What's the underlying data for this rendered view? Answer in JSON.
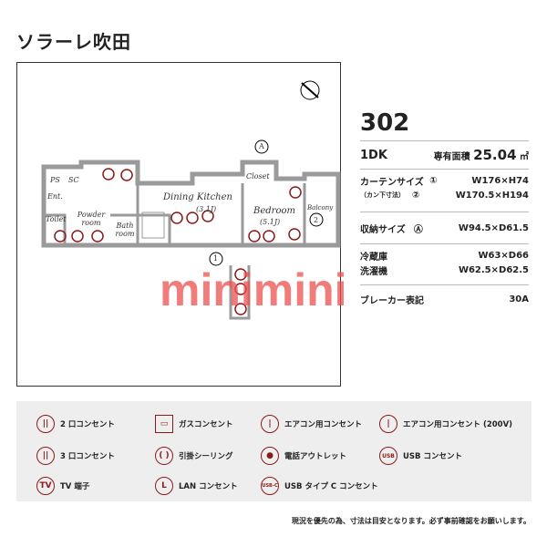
{
  "building": "ソラーレ吹田",
  "plan": {
    "rooms": {
      "ps": "PS",
      "sc": "SC",
      "ent": "Ent.",
      "toilet": "Toilet",
      "powder": "Powder room",
      "bath": "Bath room",
      "dk": "Dining Kitchen",
      "dk_size": "(3.1J)",
      "closet": "Closet",
      "bedroom": "Bedroom",
      "bedroom_size": "(5.1J)",
      "balcony": "Balcony"
    },
    "markers": {
      "a": "A",
      "one": "1",
      "two": "2"
    },
    "watermark": "minimini"
  },
  "info": {
    "room_no": "302",
    "type": "1DK",
    "area_label": "専有面積",
    "area": "25.04",
    "area_unit": "㎡",
    "curtain_label": "カーテンサイズ",
    "curtain_sub": "（カン下寸法）",
    "curtain": [
      {
        "mark": "①",
        "size": "W176×H74"
      },
      {
        "mark": "②",
        "size": "W170.5×H194"
      }
    ],
    "storage_label": "収納サイズ",
    "storage_mark": "Ⓐ",
    "storage": "W94.5×D61.5",
    "fridge_label": "冷蔵庫",
    "fridge": "W63×D66",
    "washer_label": "洗濯機",
    "washer": "W62.5×D62.5",
    "breaker_label": "ブレーカー表記",
    "breaker": "30A"
  },
  "legend": [
    {
      "icon": "||",
      "sup": "2",
      "label": "2 口コンセント"
    },
    {
      "icon": "▭",
      "label": "ガスコンセント"
    },
    {
      "icon": "|",
      "sup": "AC",
      "label": "エアコン用コンセント"
    },
    {
      "icon": "|",
      "sup": "AC",
      "sub": "200V",
      "label": "エアコン用コンセント (200V)"
    },
    {
      "icon": "||",
      "sup": "3",
      "label": "3 口コンセント"
    },
    {
      "icon": "( )",
      "label": "引掛シーリング"
    },
    {
      "icon": "●",
      "label": "電話アウトレット"
    },
    {
      "icon": "USB",
      "label": "USB コンセント"
    },
    {
      "icon": "TV",
      "label": "TV 端子"
    },
    {
      "icon": "L",
      "label": "LAN コンセント"
    },
    {
      "icon": "USB-C",
      "label": "USB タイプ C コンセント"
    }
  ],
  "note": "現況を優先の為、寸法は目安となります。必ず事前確認をお願いします。",
  "colors": {
    "accent": "#8b1a1a",
    "wall": "#9a9a9a",
    "legend_bg": "#eeeeee"
  }
}
